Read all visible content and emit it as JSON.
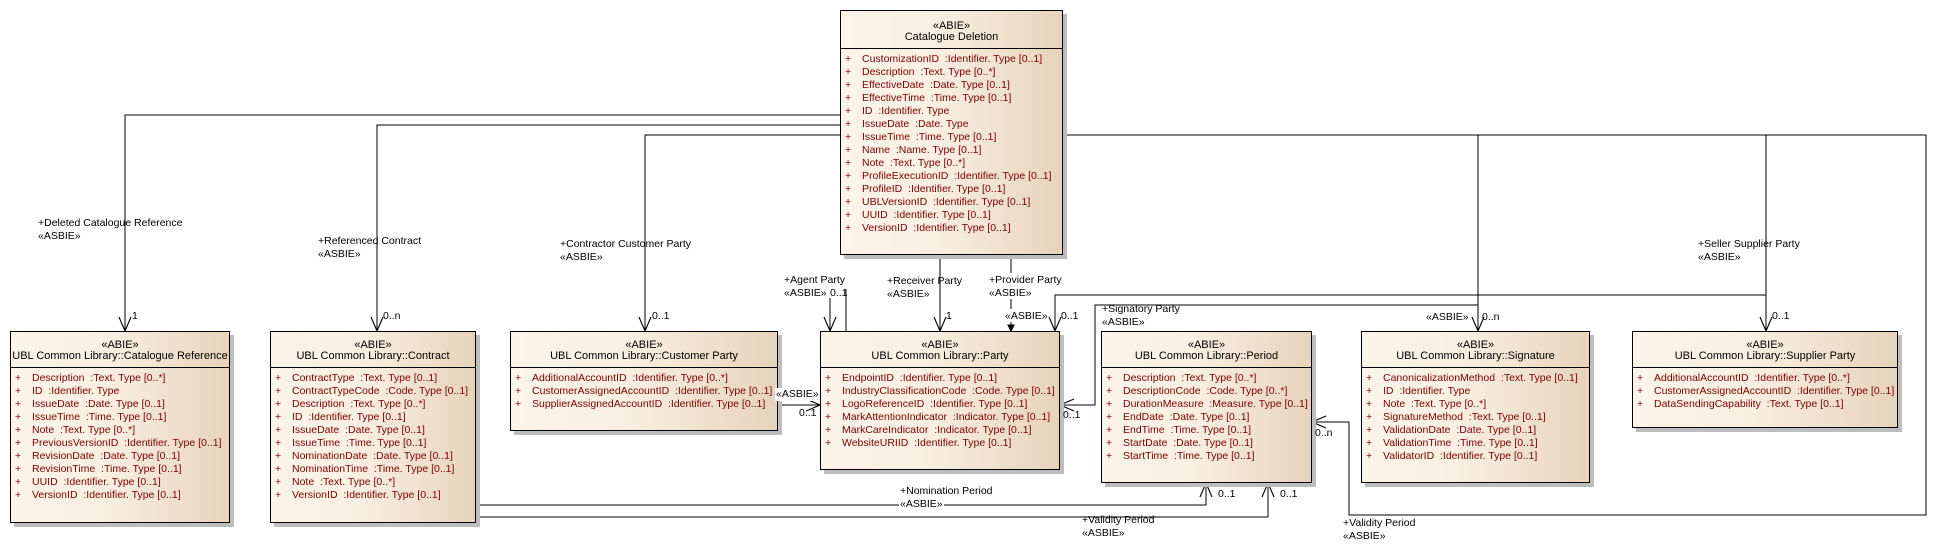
{
  "classes": {
    "catalogue_deletion": {
      "stereotype": "«ABIE»",
      "name": "Catalogue Deletion",
      "attributes": [
        {
          "visibility": "+",
          "name": "CustomizationID",
          "type": "Identifier. Type",
          "multiplicity": "0..1"
        },
        {
          "visibility": "+",
          "name": "Description",
          "type": "Text. Type",
          "multiplicity": "0..*"
        },
        {
          "visibility": "+",
          "name": "EffectiveDate",
          "type": "Date. Type",
          "multiplicity": "0..1"
        },
        {
          "visibility": "+",
          "name": "EffectiveTime",
          "type": "Time. Type",
          "multiplicity": "0..1"
        },
        {
          "visibility": "+",
          "name": "ID",
          "type": "Identifier. Type",
          "multiplicity": ""
        },
        {
          "visibility": "+",
          "name": "IssueDate",
          "type": "Date. Type",
          "multiplicity": ""
        },
        {
          "visibility": "+",
          "name": "IssueTime",
          "type": "Time. Type",
          "multiplicity": "0..1"
        },
        {
          "visibility": "+",
          "name": "Name",
          "type": "Name. Type",
          "multiplicity": "0..1"
        },
        {
          "visibility": "+",
          "name": "Note",
          "type": "Text. Type",
          "multiplicity": "0..*"
        },
        {
          "visibility": "+",
          "name": "ProfileExecutionID",
          "type": "Identifier. Type",
          "multiplicity": "0..1"
        },
        {
          "visibility": "+",
          "name": "ProfileID",
          "type": "Identifier. Type",
          "multiplicity": "0..1"
        },
        {
          "visibility": "+",
          "name": "UBLVersionID",
          "type": "Identifier. Type",
          "multiplicity": "0..1"
        },
        {
          "visibility": "+",
          "name": "UUID",
          "type": "Identifier. Type",
          "multiplicity": "0..1"
        },
        {
          "visibility": "+",
          "name": "VersionID",
          "type": "Identifier. Type",
          "multiplicity": "0..1"
        }
      ]
    },
    "catalogue_reference": {
      "stereotype": "«ABIE»",
      "name": "UBL Common Library::Catalogue Reference",
      "attributes": [
        {
          "visibility": "+",
          "name": "Description",
          "type": "Text. Type",
          "multiplicity": "0..*"
        },
        {
          "visibility": "+",
          "name": "ID",
          "type": "Identifier. Type",
          "multiplicity": ""
        },
        {
          "visibility": "+",
          "name": "IssueDate",
          "type": "Date. Type",
          "multiplicity": "0..1"
        },
        {
          "visibility": "+",
          "name": "IssueTime",
          "type": "Time. Type",
          "multiplicity": "0..1"
        },
        {
          "visibility": "+",
          "name": "Note",
          "type": "Text. Type",
          "multiplicity": "0..*"
        },
        {
          "visibility": "+",
          "name": "PreviousVersionID",
          "type": "Identifier. Type",
          "multiplicity": "0..1"
        },
        {
          "visibility": "+",
          "name": "RevisionDate",
          "type": "Date. Type",
          "multiplicity": "0..1"
        },
        {
          "visibility": "+",
          "name": "RevisionTime",
          "type": "Time. Type",
          "multiplicity": "0..1"
        },
        {
          "visibility": "+",
          "name": "UUID",
          "type": "Identifier. Type",
          "multiplicity": "0..1"
        },
        {
          "visibility": "+",
          "name": "VersionID",
          "type": "Identifier. Type",
          "multiplicity": "0..1"
        }
      ]
    },
    "contract": {
      "stereotype": "«ABIE»",
      "name": "UBL Common Library::Contract",
      "attributes": [
        {
          "visibility": "+",
          "name": "ContractType",
          "type": "Text. Type",
          "multiplicity": "0..1"
        },
        {
          "visibility": "+",
          "name": "ContractTypeCode",
          "type": "Code. Type",
          "multiplicity": "0..1"
        },
        {
          "visibility": "+",
          "name": "Description",
          "type": "Text. Type",
          "multiplicity": "0..*"
        },
        {
          "visibility": "+",
          "name": "ID",
          "type": "Identifier. Type",
          "multiplicity": "0..1"
        },
        {
          "visibility": "+",
          "name": "IssueDate",
          "type": "Date. Type",
          "multiplicity": "0..1"
        },
        {
          "visibility": "+",
          "name": "IssueTime",
          "type": "Time. Type",
          "multiplicity": "0..1"
        },
        {
          "visibility": "+",
          "name": "NominationDate",
          "type": "Date. Type",
          "multiplicity": "0..1"
        },
        {
          "visibility": "+",
          "name": "NominationTime",
          "type": "Time. Type",
          "multiplicity": "0..1"
        },
        {
          "visibility": "+",
          "name": "Note",
          "type": "Text. Type",
          "multiplicity": "0..*"
        },
        {
          "visibility": "+",
          "name": "VersionID",
          "type": "Identifier. Type",
          "multiplicity": "0..1"
        }
      ]
    },
    "customer_party": {
      "stereotype": "«ABIE»",
      "name": "UBL Common Library::Customer Party",
      "attributes": [
        {
          "visibility": "+",
          "name": "AdditionalAccountID",
          "type": "Identifier. Type",
          "multiplicity": "0..*"
        },
        {
          "visibility": "+",
          "name": "CustomerAssignedAccountID",
          "type": "Identifier. Type",
          "multiplicity": "0..1"
        },
        {
          "visibility": "+",
          "name": "SupplierAssignedAccountID",
          "type": "Identifier. Type",
          "multiplicity": "0..1"
        }
      ]
    },
    "party": {
      "stereotype": "«ABIE»",
      "name": "UBL Common Library::Party",
      "attributes": [
        {
          "visibility": "+",
          "name": "EndpointID",
          "type": "Identifier. Type",
          "multiplicity": "0..1"
        },
        {
          "visibility": "+",
          "name": "IndustryClassificationCode",
          "type": "Code. Type",
          "multiplicity": "0..1"
        },
        {
          "visibility": "+",
          "name": "LogoReferenceID",
          "type": "Identifier. Type",
          "multiplicity": "0..1"
        },
        {
          "visibility": "+",
          "name": "MarkAttentionIndicator",
          "type": "Indicator. Type",
          "multiplicity": "0..1"
        },
        {
          "visibility": "+",
          "name": "MarkCareIndicator",
          "type": "Indicator. Type",
          "multiplicity": "0..1"
        },
        {
          "visibility": "+",
          "name": "WebsiteURIID",
          "type": "Identifier. Type",
          "multiplicity": "0..1"
        }
      ]
    },
    "period": {
      "stereotype": "«ABIE»",
      "name": "UBL Common Library::Period",
      "attributes": [
        {
          "visibility": "+",
          "name": "Description",
          "type": "Text. Type",
          "multiplicity": "0..*"
        },
        {
          "visibility": "+",
          "name": "DescriptionCode",
          "type": "Code. Type",
          "multiplicity": "0..*"
        },
        {
          "visibility": "+",
          "name": "DurationMeasure",
          "type": "Measure. Type",
          "multiplicity": "0..1"
        },
        {
          "visibility": "+",
          "name": "EndDate",
          "type": "Date. Type",
          "multiplicity": "0..1"
        },
        {
          "visibility": "+",
          "name": "EndTime",
          "type": "Time. Type",
          "multiplicity": "0..1"
        },
        {
          "visibility": "+",
          "name": "StartDate",
          "type": "Date. Type",
          "multiplicity": "0..1"
        },
        {
          "visibility": "+",
          "name": "StartTime",
          "type": "Time. Type",
          "multiplicity": "0..1"
        }
      ]
    },
    "signature": {
      "stereotype": "«ABIE»",
      "name": "UBL Common Library::Signature",
      "attributes": [
        {
          "visibility": "+",
          "name": "CanonicalizationMethod",
          "type": "Text. Type",
          "multiplicity": "0..1"
        },
        {
          "visibility": "+",
          "name": "ID",
          "type": "Identifier. Type",
          "multiplicity": ""
        },
        {
          "visibility": "+",
          "name": "Note",
          "type": "Text. Type",
          "multiplicity": "0..*"
        },
        {
          "visibility": "+",
          "name": "SignatureMethod",
          "type": "Text. Type",
          "multiplicity": "0..1"
        },
        {
          "visibility": "+",
          "name": "ValidationDate",
          "type": "Date. Type",
          "multiplicity": "0..1"
        },
        {
          "visibility": "+",
          "name": "ValidationTime",
          "type": "Time. Type",
          "multiplicity": "0..1"
        },
        {
          "visibility": "+",
          "name": "ValidatorID",
          "type": "Identifier. Type",
          "multiplicity": "0..1"
        }
      ]
    },
    "supplier_party": {
      "stereotype": "«ABIE»",
      "name": "UBL Common Library::Supplier Party",
      "attributes": [
        {
          "visibility": "+",
          "name": "AdditionalAccountID",
          "type": "Identifier. Type",
          "multiplicity": "0..*"
        },
        {
          "visibility": "+",
          "name": "CustomerAssignedAccountID",
          "type": "Identifier. Type",
          "multiplicity": "0..1"
        },
        {
          "visibility": "+",
          "name": "DataSendingCapability",
          "type": "Text. Type",
          "multiplicity": "0..1"
        }
      ]
    }
  },
  "connectors": {
    "deleted_catalogue_reference": {
      "role": "+Deleted Catalogue Reference",
      "stereotype": "«ASBIE»",
      "target_multiplicity": "1"
    },
    "referenced_contract": {
      "role": "+Referenced Contract",
      "stereotype": "«ASBIE»",
      "target_multiplicity": "0..n"
    },
    "contractor_customer_party": {
      "role": "+Contractor Customer Party",
      "stereotype": "«ASBIE»",
      "target_multiplicity": "0..1"
    },
    "agent_party": {
      "role": "+Agent Party",
      "stereotype": "«ASBIE»",
      "target_multiplicity": "0..1"
    },
    "receiver_party": {
      "role": "+Receiver Party",
      "stereotype": "«ASBIE»",
      "target_multiplicity": "1"
    },
    "provider_party": {
      "role": "+Provider Party",
      "stereotype": "«ASBIE»"
    },
    "supplier_party_to_party": {
      "stereotype": "«ASBIE»",
      "target_multiplicity": "0..1"
    },
    "customer_party_to_party": {
      "stereotype": "«ASBIE»",
      "target_multiplicity": "0..1"
    },
    "signatory_party": {
      "role": "+Signatory Party",
      "stereotype": "«ASBIE»",
      "target_multiplicity": "0..1"
    },
    "signature": {
      "stereotype": "«ASBIE»",
      "target_multiplicity": "0..n"
    },
    "seller_supplier_party": {
      "role": "+Seller Supplier Party",
      "stereotype": "«ASBIE»",
      "target_multiplicity": "0..1"
    },
    "validity_period": {
      "role": "+Validity Period",
      "stereotype": "«ASBIE»",
      "target_multiplicity": "0..n"
    },
    "contract_nomination_period": {
      "role": "+Nomination Period",
      "stereotype": "«ASBIE»",
      "target_multiplicity": "0..1"
    },
    "contract_validity_period": {
      "role": "+Validity Period",
      "stereotype": "«ASBIE»",
      "target_multiplicity": "0..1"
    }
  }
}
